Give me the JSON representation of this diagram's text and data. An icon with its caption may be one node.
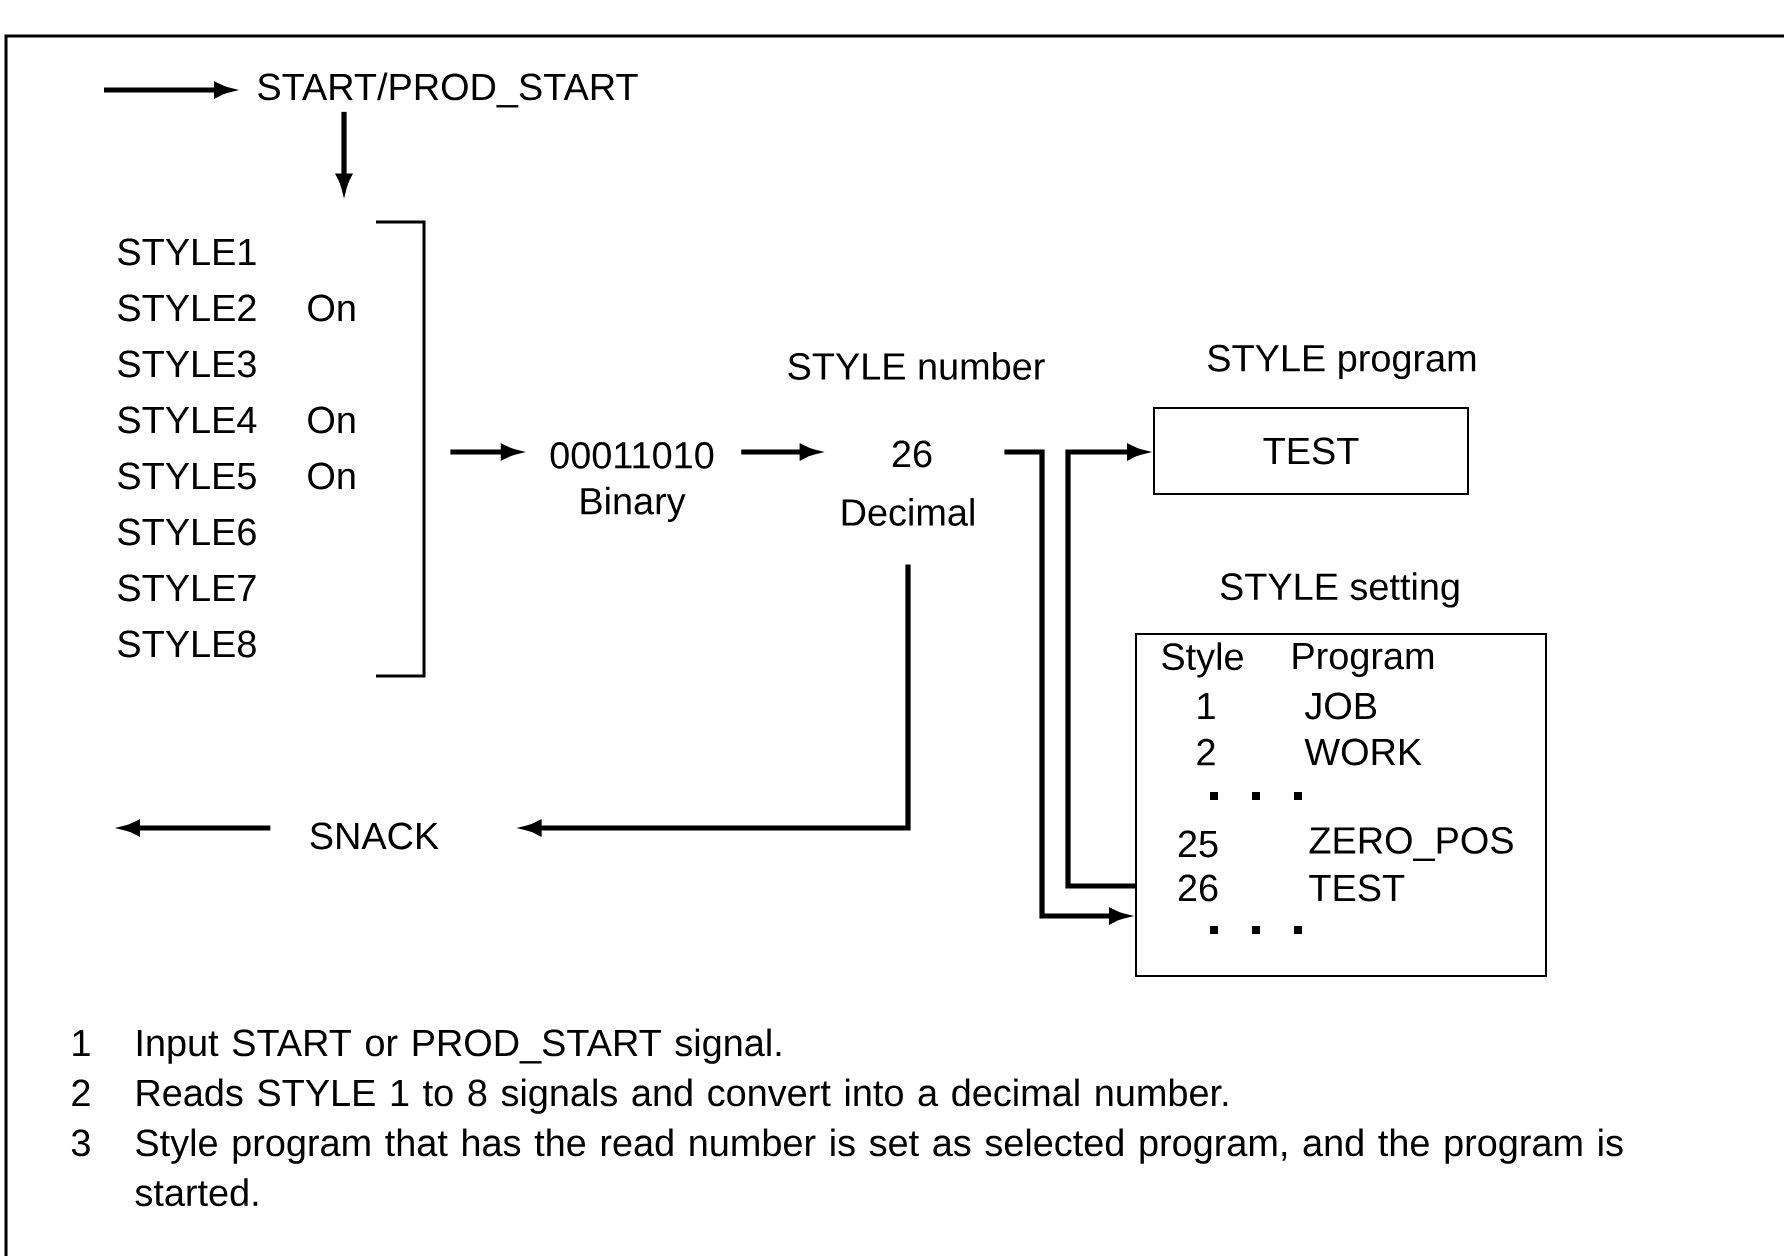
{
  "diagram": {
    "nodes": [
      {
        "text": [
          "START/PROD_START"
        ]
      },
      {
        "text": [
          "STYLE1",
          "STYLE2",
          "On",
          "STYLE3",
          "STYLE4",
          "On",
          "STYLE5",
          "On",
          "STYLE6",
          "STYLE7",
          "STYLE8"
        ]
      },
      {
        "text": [
          "00011010",
          "Binary"
        ]
      },
      {
        "text": [
          "STYLE number",
          "26",
          "Decimal"
        ]
      },
      {
        "text": [
          "STYLE program",
          "TEST"
        ]
      },
      {
        "text": [
          "STYLE setting",
          "Style",
          "Program",
          "1",
          "JOB",
          "2",
          "WORK",
          "25",
          "ZERO_POS",
          "26",
          "TEST"
        ]
      },
      {
        "text": [
          "SNACK"
        ]
      }
    ],
    "edges": [
      {
        "from": null,
        "to": 0,
        "arrow": "to"
      },
      {
        "from": 0,
        "to": 1,
        "arrow": "to"
      },
      {
        "from": 1,
        "to": 2,
        "arrow": "to"
      },
      {
        "from": 2,
        "to": 3,
        "arrow": "to"
      },
      {
        "from": 3,
        "to": 5,
        "arrow": "to"
      },
      {
        "from": 5,
        "to": 4,
        "arrow": "to"
      },
      {
        "from": 3,
        "to": 6,
        "arrow": "to"
      },
      {
        "from": 6,
        "to": null,
        "arrow": "to"
      }
    ],
    "labels": [
      "1",
      "Input START or PROD_START signal.",
      "2",
      "Reads STYLE 1 to 8 signals and convert into a decimal number.",
      "3",
      "Style program that has the read number is set as selected program, and the program is started."
    ]
  }
}
